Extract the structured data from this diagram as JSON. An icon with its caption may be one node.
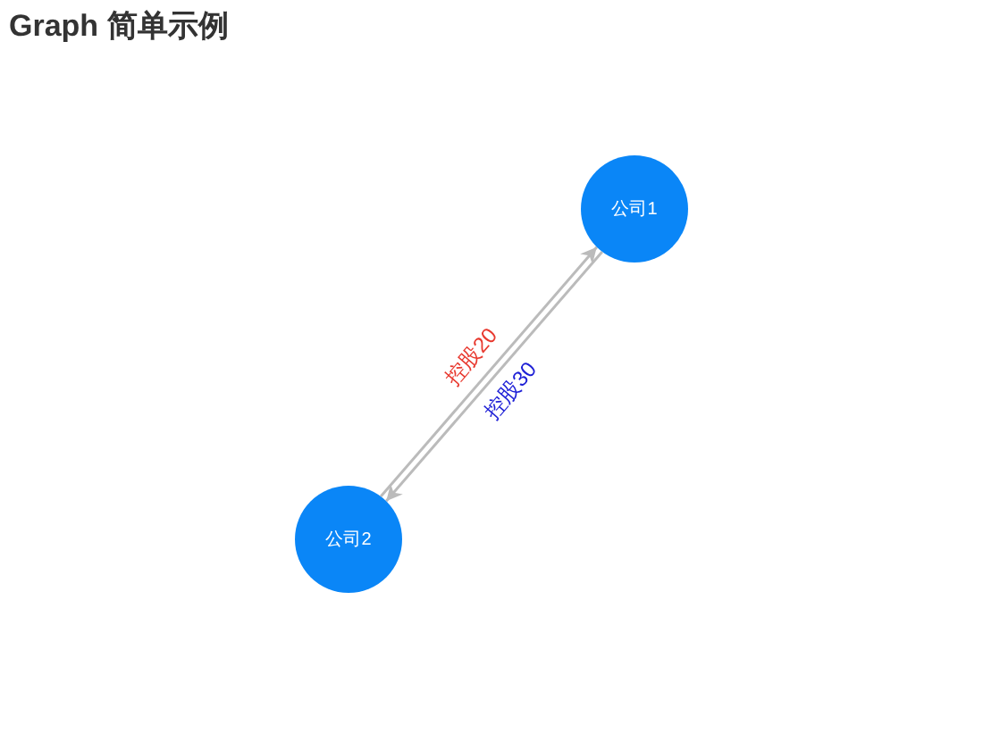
{
  "diagram": {
    "title": "Graph 简单示例",
    "nodes": [
      {
        "text": [
          "公司1"
        ]
      },
      {
        "text": [
          "公司2"
        ]
      }
    ],
    "edges": [
      {
        "from": 1,
        "to": 0,
        "arrow": "to",
        "label": "控股20"
      },
      {
        "from": 0,
        "to": 1,
        "arrow": "to",
        "label": "控股30"
      }
    ]
  }
}
